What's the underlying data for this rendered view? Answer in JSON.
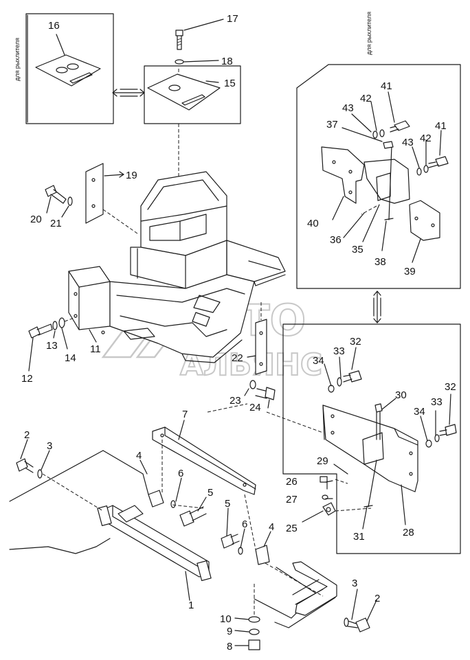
{
  "labels": {
    "n1": "1",
    "n2": "2",
    "n2b": "2",
    "n3": "3",
    "n3b": "3",
    "n4": "4",
    "n4b": "4",
    "n5": "5",
    "n5b": "5",
    "n6": "6",
    "n6b": "6",
    "n7": "7",
    "n8": "8",
    "n9": "9",
    "n10": "10",
    "n11": "11",
    "n12": "12",
    "n13": "13",
    "n14": "14",
    "n15": "15",
    "n16": "16",
    "n17": "17",
    "n18": "18",
    "n19": "19",
    "n20": "20",
    "n21": "21",
    "n22": "22",
    "n23": "23",
    "n24": "24",
    "n25": "25",
    "n26": "26",
    "n27": "27",
    "n28": "28",
    "n29": "29",
    "n30": "30",
    "n31": "31",
    "n32": "32",
    "n32b": "32",
    "n33": "33",
    "n33b": "33",
    "n34": "34",
    "n34b": "34",
    "n35": "35",
    "n36": "36",
    "n37": "37",
    "n38": "38",
    "n39": "39",
    "n40": "40",
    "n41": "41",
    "n41b": "41",
    "n42": "42",
    "n42b": "42",
    "n43": "43",
    "n43b": "43"
  },
  "notes": {
    "ripper_left": "для рыхлителя",
    "ripper_right": "для рыхлителя"
  },
  "watermark": {
    "line1": "АВТО",
    "line2": "АЛЬЯНС"
  },
  "colors": {
    "ink": "#1a1a1a",
    "watermark": "#c8c8c8",
    "background": "#ffffff"
  }
}
